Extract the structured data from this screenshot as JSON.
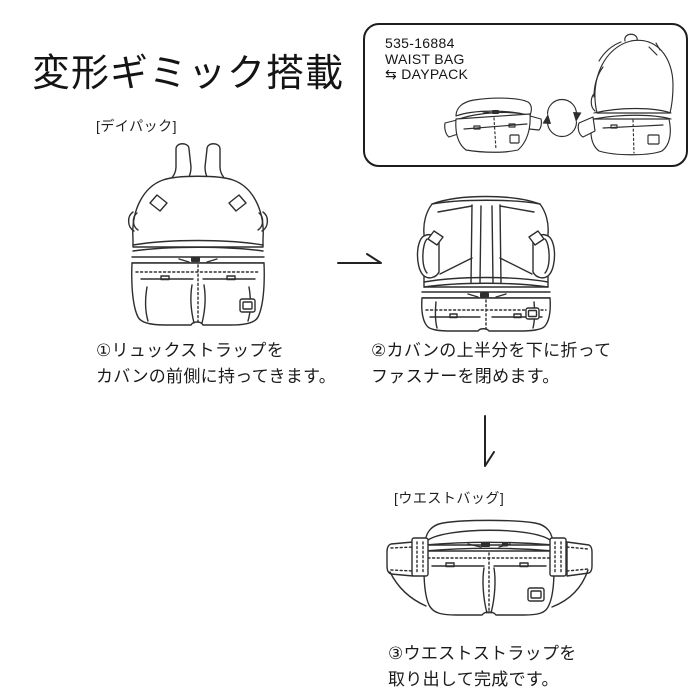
{
  "page": {
    "title": "変形ギミック搭載",
    "background_color": "#ffffff",
    "text_color": "#1c1c1c",
    "line_art_color": "#2e2e2e"
  },
  "info_box": {
    "product_code": "535-16884",
    "product_name_line1": "WAIST BAG",
    "product_name_line2": "⇆ DAYPACK",
    "illustrations": [
      "waist-bag-small",
      "rotation-arrows",
      "daypack-small"
    ]
  },
  "steps": [
    {
      "label": "[デイパック]",
      "caption_line1": "①リュックストラップを",
      "caption_line2": "カバンの前側に持ってきます。",
      "illustration": "daypack-front-view"
    },
    {
      "caption_line1": "②カバンの上半分を下に折って",
      "caption_line2": "ファスナーを閉めます。",
      "illustration": "daypack-half-folded"
    },
    {
      "label": "[ウエストバッグ]",
      "caption_line1": "③ウエストストラップを",
      "caption_line2": "取り出して完成です。",
      "illustration": "waist-bag-front-view"
    }
  ]
}
